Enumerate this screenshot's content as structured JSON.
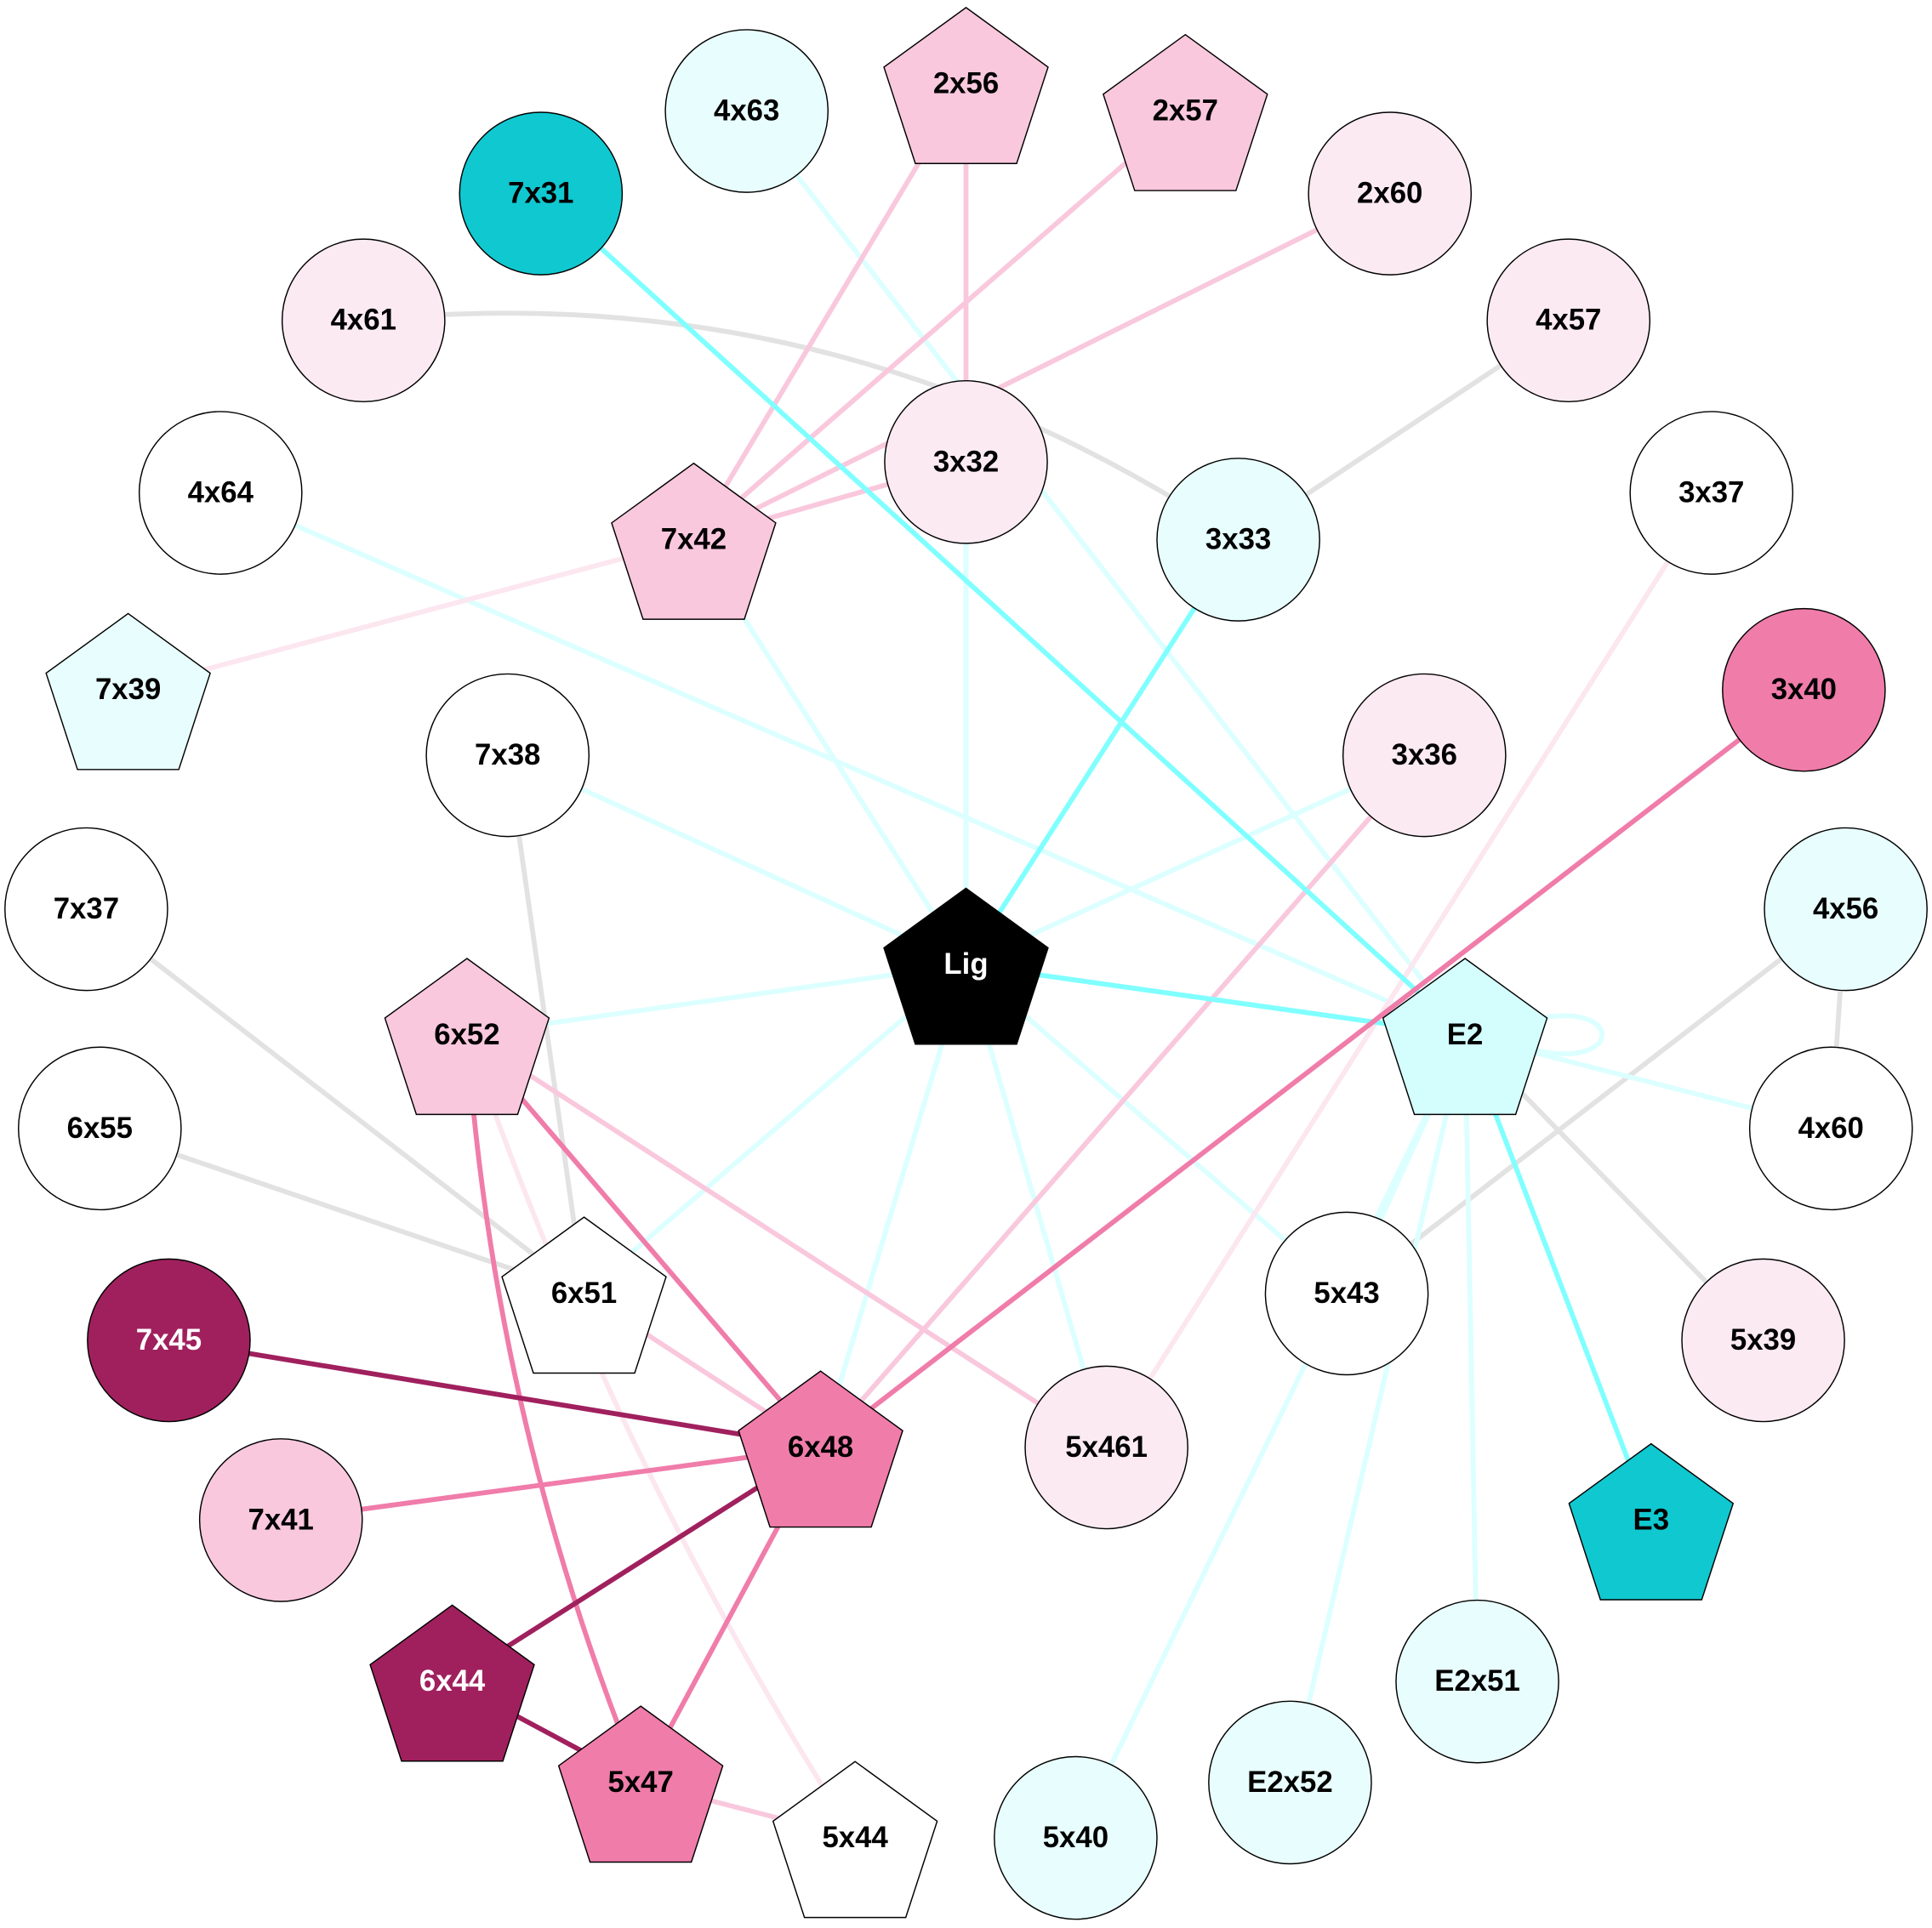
{
  "colors": {
    "black": "#000000",
    "teal": "#10c8d0",
    "cyan_light": "#d4fefe",
    "cyan_pale": "#e8fdfd",
    "pink": "#f9c8dd",
    "pink_pale": "#fbeaf2",
    "pink_mid": "#f07caa",
    "magenta": "#a0205e",
    "white": "#ffffff",
    "edge_cyan": "#80ffff",
    "edge_cyan_light": "#dcffff",
    "edge_gray": "#e2e2e2",
    "edge_pink_pale": "#fce6ef"
  },
  "nodes": [
    {
      "id": "4x63",
      "shape": "circle",
      "fill": "cyan_pale"
    },
    {
      "id": "2x56",
      "shape": "pentagon",
      "fill": "pink"
    },
    {
      "id": "2x57",
      "shape": "pentagon",
      "fill": "pink"
    },
    {
      "id": "7x31",
      "shape": "circle",
      "fill": "teal"
    },
    {
      "id": "2x60",
      "shape": "circle",
      "fill": "pink_pale"
    },
    {
      "id": "4x61",
      "shape": "circle",
      "fill": "pink_pale"
    },
    {
      "id": "4x57",
      "shape": "circle",
      "fill": "pink_pale"
    },
    {
      "id": "3x32",
      "shape": "circle",
      "fill": "pink_pale"
    },
    {
      "id": "4x64",
      "shape": "circle",
      "fill": "white"
    },
    {
      "id": "3x37",
      "shape": "circle",
      "fill": "white"
    },
    {
      "id": "7x42",
      "shape": "pentagon",
      "fill": "pink"
    },
    {
      "id": "3x33",
      "shape": "circle",
      "fill": "cyan_pale"
    },
    {
      "id": "7x39",
      "shape": "pentagon",
      "fill": "cyan_pale"
    },
    {
      "id": "3x40",
      "shape": "circle",
      "fill": "pink_mid"
    },
    {
      "id": "7x38",
      "shape": "circle",
      "fill": "white"
    },
    {
      "id": "3x36",
      "shape": "circle",
      "fill": "pink_pale"
    },
    {
      "id": "7x37",
      "shape": "circle",
      "fill": "white"
    },
    {
      "id": "4x56",
      "shape": "circle",
      "fill": "cyan_pale"
    },
    {
      "id": "Lig",
      "shape": "pentagon",
      "fill": "black",
      "text": "white"
    },
    {
      "id": "6x52",
      "shape": "pentagon",
      "fill": "pink"
    },
    {
      "id": "E2",
      "shape": "pentagon",
      "fill": "cyan_light"
    },
    {
      "id": "6x55",
      "shape": "circle",
      "fill": "white"
    },
    {
      "id": "4x60",
      "shape": "circle",
      "fill": "white"
    },
    {
      "id": "6x51",
      "shape": "pentagon",
      "fill": "white"
    },
    {
      "id": "5x43",
      "shape": "circle",
      "fill": "white"
    },
    {
      "id": "7x45",
      "shape": "circle",
      "fill": "magenta",
      "text": "white"
    },
    {
      "id": "5x39",
      "shape": "circle",
      "fill": "pink_pale"
    },
    {
      "id": "6x48",
      "shape": "pentagon",
      "fill": "pink_mid"
    },
    {
      "id": "5x461",
      "shape": "circle",
      "fill": "pink_pale"
    },
    {
      "id": "7x41",
      "shape": "circle",
      "fill": "pink"
    },
    {
      "id": "E3",
      "shape": "pentagon",
      "fill": "teal"
    },
    {
      "id": "6x44",
      "shape": "pentagon",
      "fill": "magenta",
      "text": "white"
    },
    {
      "id": "E2x51",
      "shape": "circle",
      "fill": "cyan_pale"
    },
    {
      "id": "5x47",
      "shape": "pentagon",
      "fill": "pink_mid"
    },
    {
      "id": "E2x52",
      "shape": "circle",
      "fill": "cyan_pale"
    },
    {
      "id": "5x44",
      "shape": "pentagon",
      "fill": "white"
    },
    {
      "id": "5x40",
      "shape": "circle",
      "fill": "cyan_pale"
    }
  ],
  "edges": [
    {
      "from": "4x61",
      "to": "3x33",
      "color": "edge_gray"
    },
    {
      "from": "4x57",
      "to": "3x33",
      "color": "edge_gray"
    },
    {
      "from": "7x38",
      "to": "6x51",
      "color": "edge_gray"
    },
    {
      "from": "7x37",
      "to": "6x51",
      "color": "edge_gray"
    },
    {
      "from": "6x55",
      "to": "6x51",
      "color": "edge_gray"
    },
    {
      "from": "4x56",
      "to": "5x43",
      "color": "edge_gray"
    },
    {
      "from": "4x56",
      "to": "4x60",
      "color": "edge_gray"
    },
    {
      "from": "E2",
      "to": "5x39",
      "color": "edge_gray"
    },
    {
      "from": "4x63",
      "to": "E2",
      "color": "edge_cyan_light"
    },
    {
      "from": "4x64",
      "to": "E2",
      "color": "edge_cyan_light"
    },
    {
      "from": "3x32",
      "to": "Lig",
      "color": "edge_cyan_light"
    },
    {
      "from": "7x42",
      "to": "Lig",
      "color": "edge_cyan_light"
    },
    {
      "from": "7x38",
      "to": "Lig",
      "color": "edge_cyan_light"
    },
    {
      "from": "3x36",
      "to": "Lig",
      "color": "edge_cyan_light"
    },
    {
      "from": "Lig",
      "to": "6x52",
      "color": "edge_cyan_light"
    },
    {
      "from": "Lig",
      "to": "6x51",
      "color": "edge_cyan_light"
    },
    {
      "from": "Lig",
      "to": "6x48",
      "color": "edge_cyan_light"
    },
    {
      "from": "Lig",
      "to": "5x461",
      "color": "edge_cyan_light"
    },
    {
      "from": "Lig",
      "to": "5x43",
      "color": "edge_cyan_light"
    },
    {
      "from": "E2",
      "to": "4x60",
      "color": "edge_cyan_light"
    },
    {
      "from": "E2",
      "to": "E2x51",
      "color": "edge_cyan_light"
    },
    {
      "from": "E2",
      "to": "E2x52",
      "color": "edge_cyan_light"
    },
    {
      "from": "E2",
      "to": "5x40",
      "color": "edge_cyan_light"
    },
    {
      "from": "E2",
      "to": "5x43",
      "color": "edge_cyan_light"
    },
    {
      "from": "E2",
      "to": "E2",
      "color": "edge_cyan_light"
    },
    {
      "from": "7x39",
      "to": "7x42",
      "color": "edge_pink_pale"
    },
    {
      "from": "3x37",
      "to": "5x461",
      "color": "edge_pink_pale"
    },
    {
      "from": "6x52",
      "to": "5x44",
      "color": "edge_pink_pale"
    },
    {
      "from": "2x56",
      "to": "7x42",
      "color": "pink"
    },
    {
      "from": "2x56",
      "to": "3x32",
      "color": "pink"
    },
    {
      "from": "2x57",
      "to": "7x42",
      "color": "pink"
    },
    {
      "from": "2x60",
      "to": "7x42",
      "color": "pink"
    },
    {
      "from": "3x32",
      "to": "7x42",
      "color": "pink"
    },
    {
      "from": "3x36",
      "to": "6x48",
      "color": "pink"
    },
    {
      "from": "6x52",
      "to": "5x461",
      "color": "pink"
    },
    {
      "from": "6x51",
      "to": "6x48",
      "color": "pink"
    },
    {
      "from": "5x47",
      "to": "5x44",
      "color": "pink"
    },
    {
      "from": "7x31",
      "to": "E2",
      "color": "edge_cyan"
    },
    {
      "from": "3x33",
      "to": "Lig",
      "color": "edge_cyan"
    },
    {
      "from": "Lig",
      "to": "E2",
      "color": "edge_cyan"
    },
    {
      "from": "E2",
      "to": "E3",
      "color": "edge_cyan"
    },
    {
      "from": "3x40",
      "to": "6x48",
      "color": "pink_mid"
    },
    {
      "from": "6x52",
      "to": "6x48",
      "color": "pink_mid"
    },
    {
      "from": "6x52",
      "to": "5x47",
      "color": "pink_mid"
    },
    {
      "from": "7x41",
      "to": "6x48",
      "color": "pink_mid"
    },
    {
      "from": "6x48",
      "to": "5x47",
      "color": "pink_mid"
    },
    {
      "from": "7x45",
      "to": "6x48",
      "color": "magenta"
    },
    {
      "from": "6x44",
      "to": "6x48",
      "color": "magenta"
    },
    {
      "from": "6x44",
      "to": "5x47",
      "color": "magenta"
    }
  ]
}
